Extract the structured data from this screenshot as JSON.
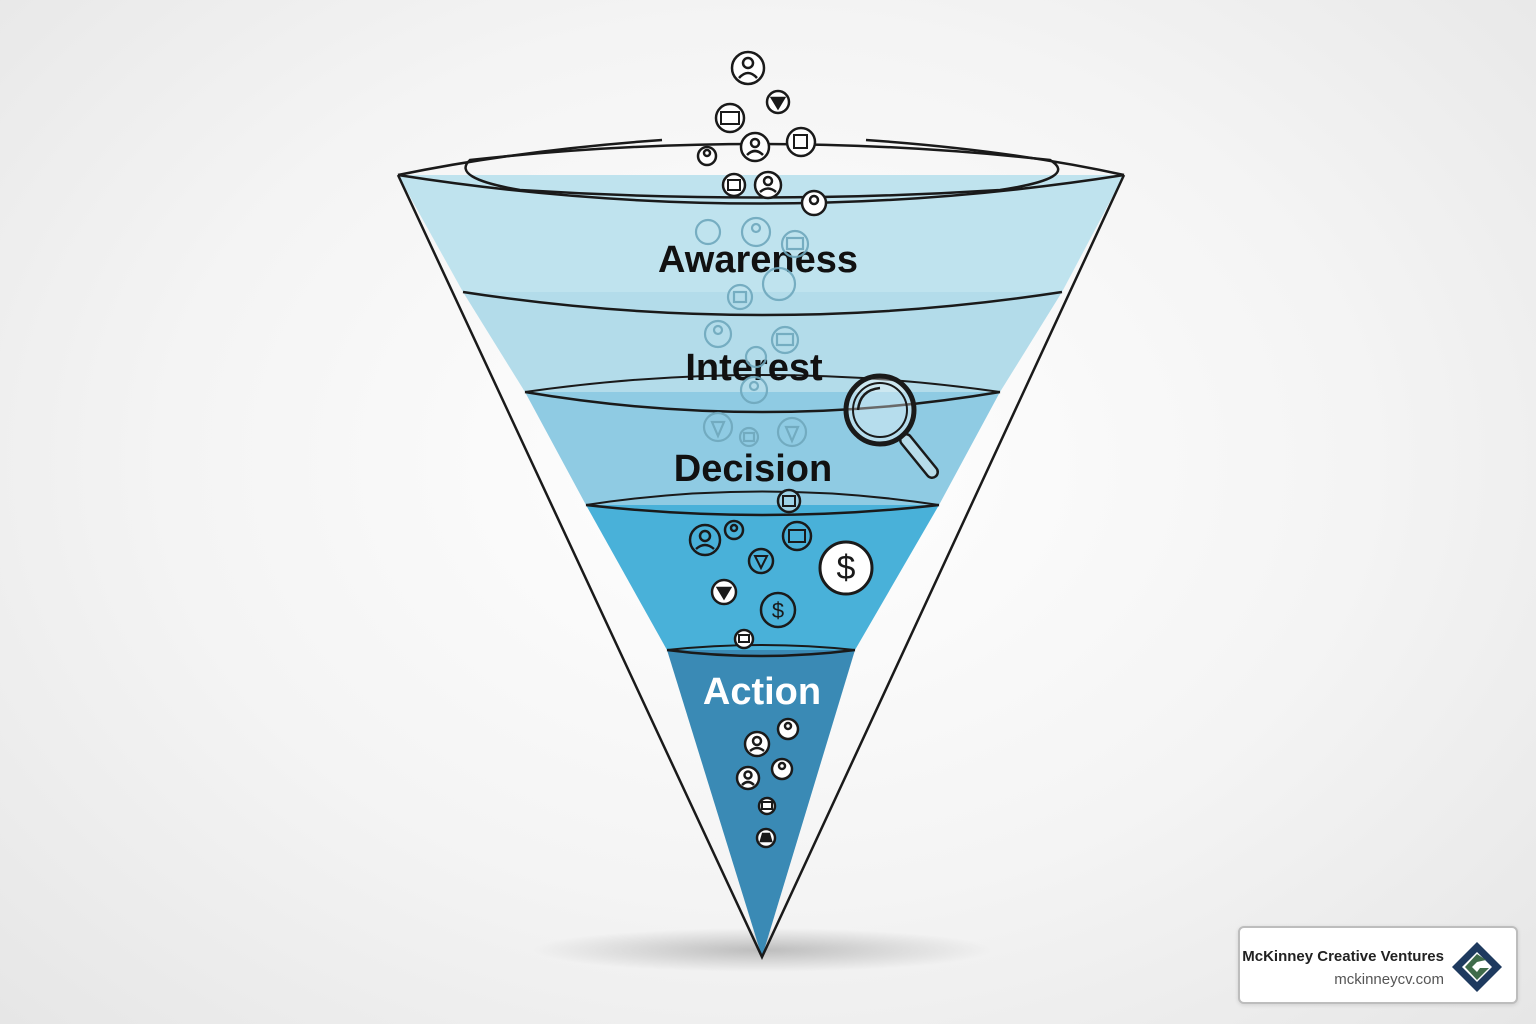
{
  "funnel": {
    "stages": [
      {
        "label": "Awareness",
        "fill": "#bfe3ee",
        "label_color": "#111111"
      },
      {
        "label": "Interest",
        "fill": "#b3dcea",
        "label_color": "#111111"
      },
      {
        "label": "Decision",
        "fill": "#8fcbe3",
        "label_color": "#111111"
      },
      {
        "label": "Action",
        "fill": "#3a8ab5",
        "label_color": "#ffffff"
      }
    ],
    "outline_color": "#1a1a1a",
    "icons": [
      "person-icon",
      "email-icon",
      "badge-icon",
      "checkbox-icon",
      "calendar-icon",
      "shopping-bag-icon",
      "magnifier-icon",
      "dollar-coin-icon",
      "dollar-icon",
      "cart-icon"
    ]
  },
  "brand": {
    "name": "McKinney Creative Ventures",
    "url": "mckinneycv.com",
    "logo_colors": [
      "#1e3a5f",
      "#3f6b4a"
    ]
  }
}
